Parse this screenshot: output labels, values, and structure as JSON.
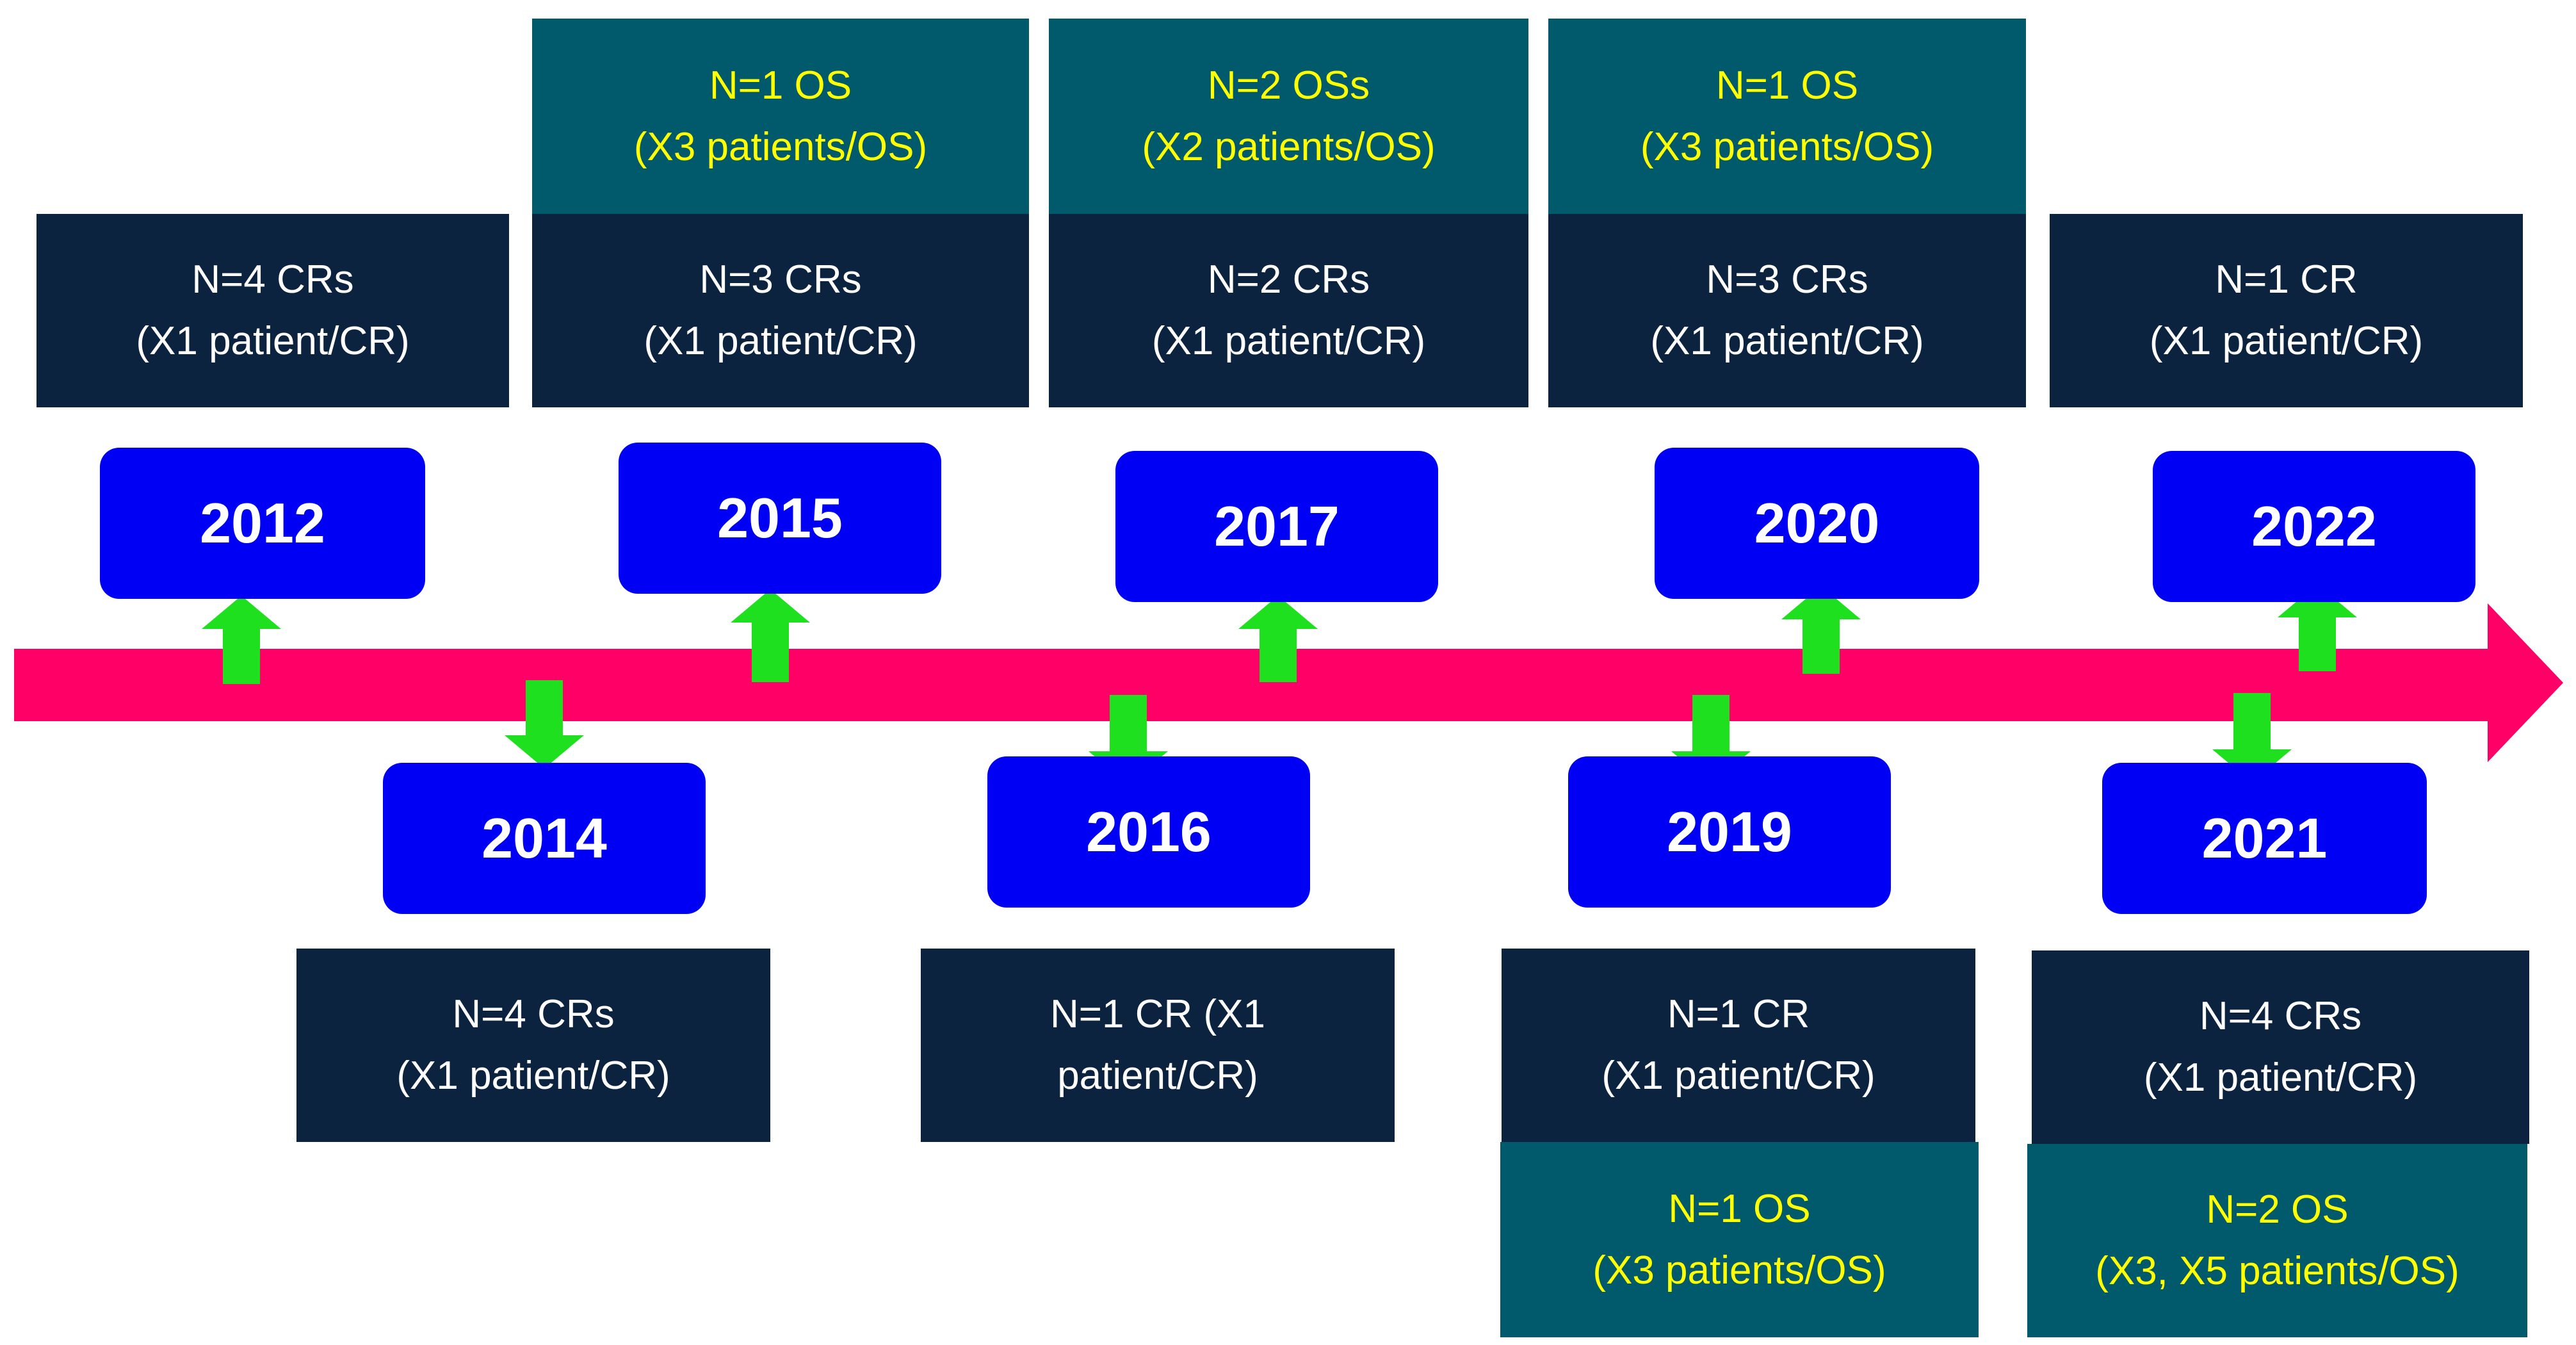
{
  "colors": {
    "timeline_arrow": "#ff0066",
    "connector_arrow": "#1fe01f",
    "year_box": "#0000f5",
    "cr_box": "#0c2340",
    "os_box": "#005a6b",
    "cr_text": "#ffffff",
    "os_text": "#ffff00"
  },
  "years": [
    {
      "year": "2012",
      "cr": [
        "N=4 CRs",
        "(X1 patient/CR)"
      ]
    },
    {
      "year": "2014",
      "cr": [
        "N=4 CRs",
        "(X1 patient/CR)"
      ]
    },
    {
      "year": "2015",
      "cr": [
        "N=3 CRs",
        "(X1 patient/CR)"
      ],
      "os": [
        "N=1 OS",
        "(X3 patients/OS)"
      ]
    },
    {
      "year": "2016",
      "cr": [
        "N=1 CR (X1",
        "patient/CR)"
      ]
    },
    {
      "year": "2017",
      "cr": [
        "N=2 CRs",
        "(X1 patient/CR)"
      ],
      "os": [
        "N=2 OSs",
        "(X2 patients/OS)"
      ]
    },
    {
      "year": "2019",
      "cr": [
        "N=1 CR",
        "(X1 patient/CR)"
      ],
      "os": [
        "N=1 OS",
        "(X3 patients/OS)"
      ]
    },
    {
      "year": "2020",
      "cr": [
        "N=3 CRs",
        "(X1 patient/CR)"
      ],
      "os": [
        "N=1 OS",
        "(X3 patients/OS)"
      ]
    },
    {
      "year": "2021",
      "cr": [
        "N=4 CRs",
        "(X1 patient/CR)"
      ],
      "os": [
        "N=2 OS",
        "(X3, X5 patients/OS)"
      ]
    },
    {
      "year": "2022",
      "cr": [
        "N=1 CR",
        "(X1 patient/CR)"
      ]
    }
  ]
}
